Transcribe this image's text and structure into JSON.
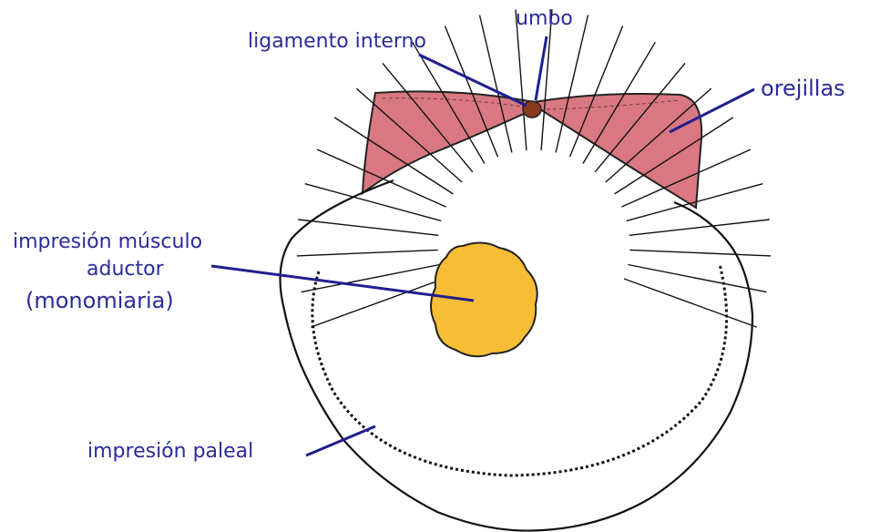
{
  "labels": {
    "umbo": "umbo",
    "ligamento": "ligamento interno",
    "orejillas": "orejillas",
    "musculo_line1": "impresión músculo",
    "musculo_line2": "aductor",
    "musculo_line3": "(monomiaria)",
    "paleal": "impresión paleal"
  },
  "colors": {
    "label_text": "#2b2b9a",
    "leader_line": "#1f1f8f",
    "ears_fill": "#d97882",
    "muscle_fill": "#f7bd35",
    "umbo_fill": "#8a3b1c",
    "shell_outline": "#111111"
  }
}
